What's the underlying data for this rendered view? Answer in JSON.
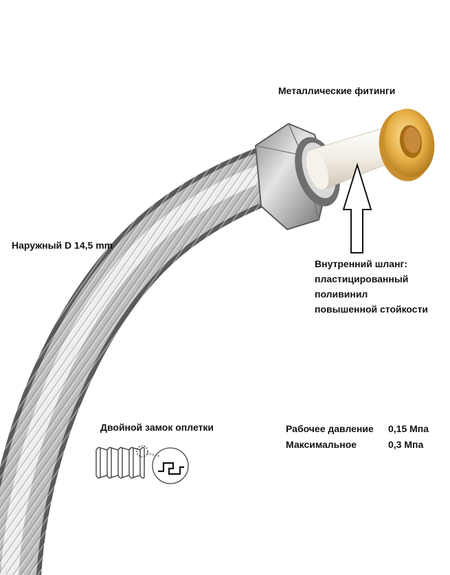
{
  "labels": {
    "fittings": "Металлические фитинги",
    "outer_diameter": "Наружный D 14,5 mm",
    "inner_hose": {
      "line1": "Внутренний шланг:",
      "line2": "пластицированный",
      "line3": "поливинил",
      "line4": "повышенной стойкости"
    },
    "braid_lock": "Двойной замок оплетки",
    "pressure": {
      "working_label": "Рабочее давление",
      "working_value": "0,15 Мпа",
      "max_label": "Максимальное",
      "max_value": "0,3 Мпа"
    }
  },
  "colors": {
    "hose_dark": "#6e6e6e",
    "hose_light": "#e6e6e6",
    "nut": "#b9b9b9",
    "inner_tube": "#f3efe6",
    "brass": "#e8b04a"
  }
}
